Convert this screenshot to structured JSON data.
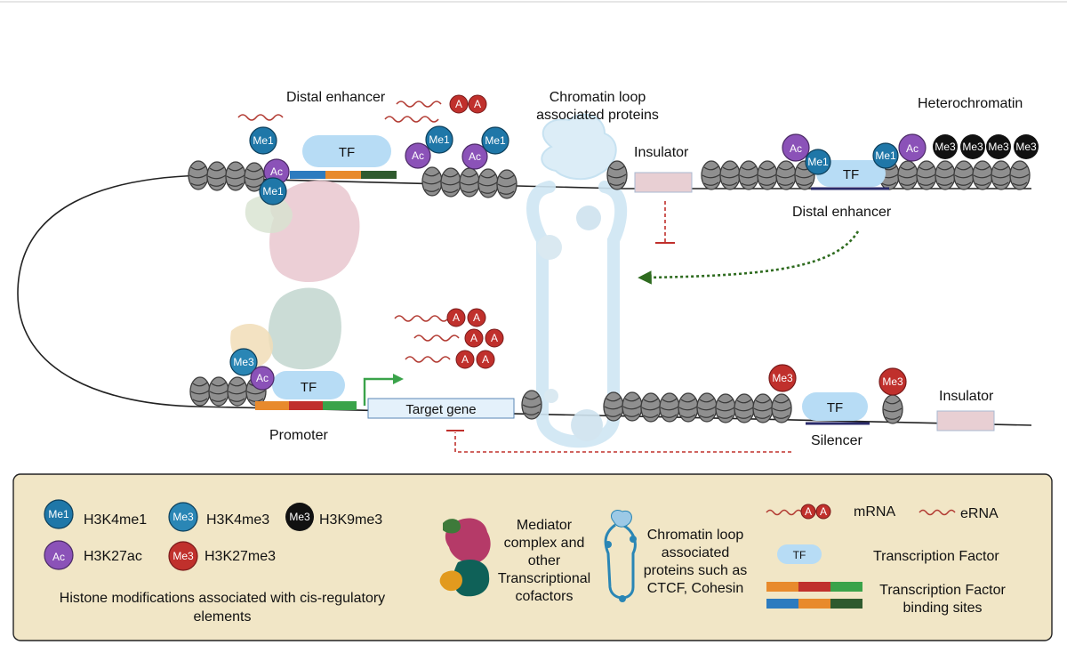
{
  "diagram": {
    "labels": {
      "distal_enhancer_top": "Distal enhancer",
      "chromatin_loop_proteins": "Chromatin loop associated proteins",
      "insulator_top": "Insulator",
      "heterochromatin": "Heterochromatin",
      "distal_enhancer_right": "Distal enhancer",
      "promoter": "Promoter",
      "target_gene": "Target gene",
      "silencer": "Silencer",
      "insulator_bottom": "Insulator"
    },
    "tf_label": "TF",
    "marks": {
      "me1": "Me1",
      "me3": "Me3",
      "ac": "Ac",
      "a": "A"
    }
  },
  "legend": {
    "h3k4me1": "H3K4me1",
    "h3k4me3": "H3K4me3",
    "h3k9me3": "H3K9me3",
    "h3k27ac": "H3K27ac",
    "h3k27me3": "H3K27me3",
    "histone_caption_1": "Histone modifications associated with cis-regulatory",
    "histone_caption_2": "elements",
    "mediator_1": "Mediator",
    "mediator_2": "complex and",
    "mediator_3": "other",
    "mediator_4": "Transcriptional",
    "mediator_5": "cofactors",
    "loop_1": "Chromatin loop",
    "loop_2": "associated",
    "loop_3": "proteins such as",
    "loop_4": "CTCF, Cohesin",
    "mrna": "mRNA",
    "erna": "eRNA",
    "tf_label": "TF",
    "transcription_factor": "Transcription Factor",
    "tfbs_1": "Transcription Factor",
    "tfbs_2": "binding sites"
  },
  "colors": {
    "me1": "#1f77a8",
    "me3_k4": "#2a86b5",
    "me3_k9": "#111111",
    "me3_k27": "#c0302c",
    "ac": "#8b52b8",
    "tf": "#b7dcf5",
    "legend_bg": "#f1e6c6",
    "enhancer_arrow": "#2e6b1f",
    "repress": "#c0302c"
  }
}
